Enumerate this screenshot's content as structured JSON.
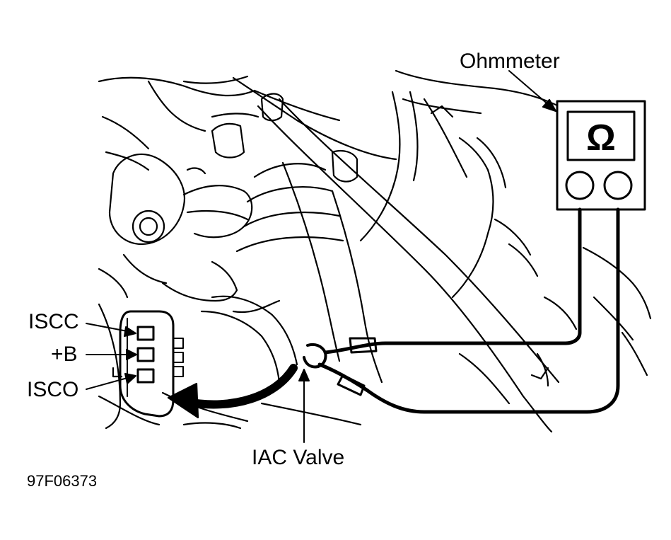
{
  "labels": {
    "ohmmeter": "Ohmmeter",
    "iscc": "ISCC",
    "plus_b": "+B",
    "isco": "ISCO",
    "iac_valve": "IAC Valve",
    "figure_id": "97F06373"
  },
  "meter": {
    "symbol": "Ω"
  },
  "colors": {
    "ink": "#000000",
    "paper": "#ffffff"
  }
}
